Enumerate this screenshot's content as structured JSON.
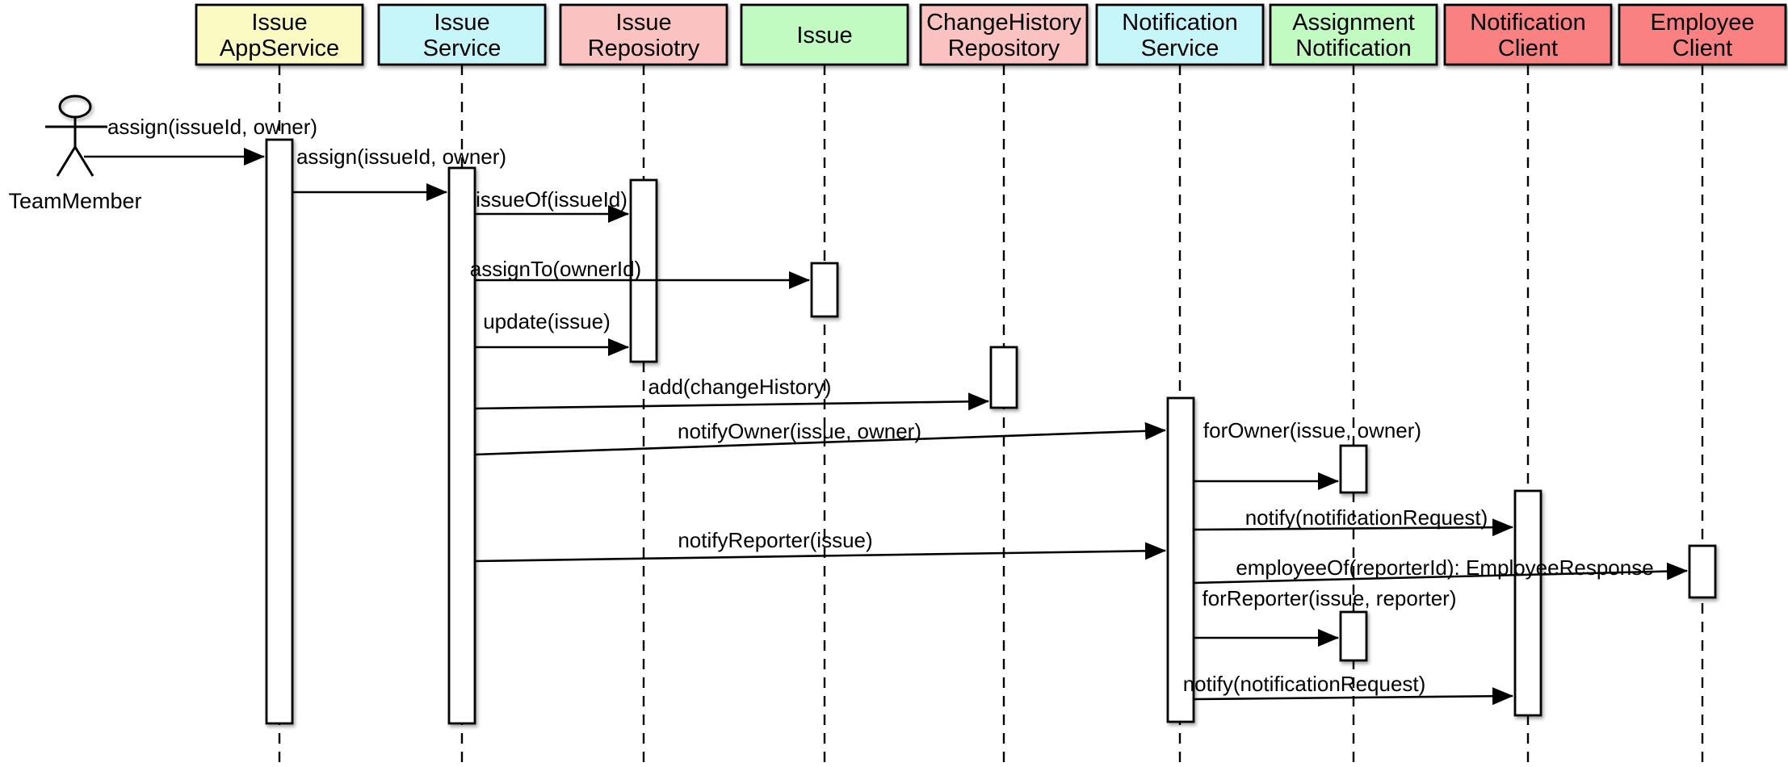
{
  "diagram": {
    "type": "uml-sequence-diagram",
    "actor": {
      "name": "TeamMember"
    },
    "colors": {
      "yellow": "#FBFAC2",
      "cyan": "#C6F5FA",
      "pink": "#FBC2C2",
      "green": "#C1FBC1",
      "red": "#FA8181",
      "line": "#000000",
      "background": "#FFFFFF"
    },
    "participants": [
      {
        "id": "issue-app-service",
        "line1": "Issue",
        "line2": "AppService",
        "color": "#FBFAC2"
      },
      {
        "id": "issue-service",
        "line1": "Issue",
        "line2": "Service",
        "color": "#C6F5FA"
      },
      {
        "id": "issue-reposiotry",
        "line1": "Issue",
        "line2": "Reposiotry",
        "color": "#FBC2C2"
      },
      {
        "id": "issue",
        "line1": "Issue",
        "line2": "",
        "color": "#C1FBC1"
      },
      {
        "id": "changehistory-repository",
        "line1": "ChangeHistory",
        "line2": "Repository",
        "color": "#FBC2C2"
      },
      {
        "id": "notification-service",
        "line1": "Notification",
        "line2": "Service",
        "color": "#C6F5FA"
      },
      {
        "id": "assignment-notification",
        "line1": "Assignment",
        "line2": "Notification",
        "color": "#C1FBC1"
      },
      {
        "id": "notification-client",
        "line1": "Notification",
        "line2": "Client",
        "color": "#FA8181"
      },
      {
        "id": "employee-client",
        "line1": "Employee",
        "line2": "Client",
        "color": "#FA8181"
      }
    ],
    "messages": [
      {
        "label": "assign(issueId, owner)",
        "from": "TeamMember",
        "to": "Issue AppService"
      },
      {
        "label": "assign(issueId, owner)",
        "from": "Issue AppService",
        "to": "Issue Service"
      },
      {
        "label": "issueOf(issueId)",
        "from": "Issue Service",
        "to": "Issue Reposiotry"
      },
      {
        "label": "assignTo(ownerId)",
        "from": "Issue Service",
        "to": "Issue"
      },
      {
        "label": "update(issue)",
        "from": "Issue Service",
        "to": "Issue Reposiotry"
      },
      {
        "label": "add(changeHistory)",
        "from": "Issue Service",
        "to": "ChangeHistory Repository"
      },
      {
        "label": "notifyOwner(issue, owner)",
        "from": "Issue Service",
        "to": "Notification Service"
      },
      {
        "label": "forOwner(issue, owner)",
        "from": "Notification Service",
        "to": "Assignment Notification"
      },
      {
        "label": "notify(notificationRequest)",
        "from": "Notification Service",
        "to": "Notification Client"
      },
      {
        "label": "notifyReporter(issue)",
        "from": "Issue Service",
        "to": "Notification Service"
      },
      {
        "label": "employeeOf(reporterId): EmployeeResponse",
        "from": "Notification Service",
        "to": "Employee Client"
      },
      {
        "label": "forReporter(issue, reporter)",
        "from": "Notification Service",
        "to": "Assignment Notification"
      },
      {
        "label": "notify(notificationRequest)",
        "from": "Notification Service",
        "to": "Notification Client"
      }
    ]
  }
}
